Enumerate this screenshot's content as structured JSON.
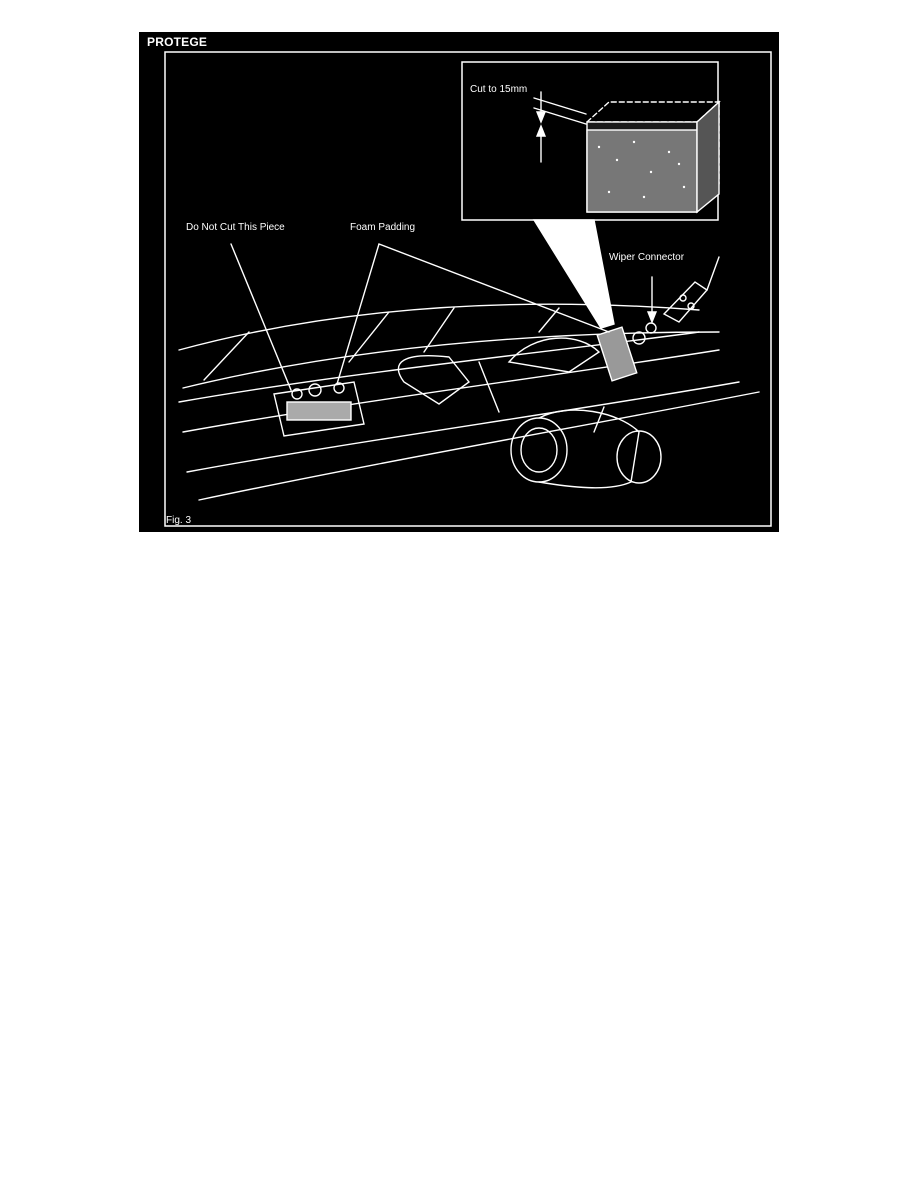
{
  "figure": {
    "title": "PROTEGE",
    "label": "Fig. 3"
  },
  "callouts": {
    "cut_to": "Cut to 15mm",
    "do_not_cut": "Do Not Cut This Piece",
    "foam_padding": "Foam Padding",
    "wiper_connector": "Wiper Connector"
  }
}
